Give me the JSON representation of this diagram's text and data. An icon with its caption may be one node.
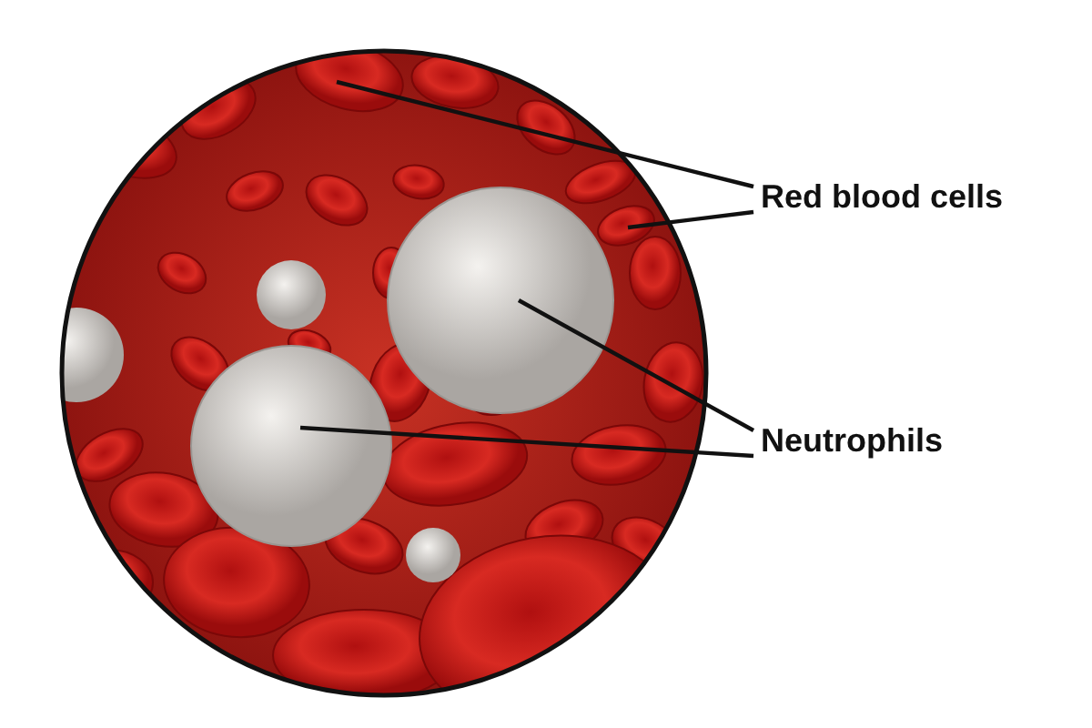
{
  "diagram": {
    "nodes": [
      {
        "text": [
          "Red blood cells"
        ]
      },
      {
        "text": [
          "Neutrophils"
        ]
      },
      {
        "text": [],
        "shape": "ellipse"
      },
      {
        "text": [],
        "shape": "ellipse"
      },
      {
        "text": [],
        "shape": "circle"
      },
      {
        "text": [],
        "shape": "circle"
      }
    ],
    "edges": [
      {
        "from": 0,
        "to": 2,
        "arrow": "none"
      },
      {
        "from": 0,
        "to": 3,
        "arrow": "none"
      },
      {
        "from": 1,
        "to": 4,
        "arrow": "none"
      },
      {
        "from": 1,
        "to": 5,
        "arrow": "none"
      }
    ]
  }
}
